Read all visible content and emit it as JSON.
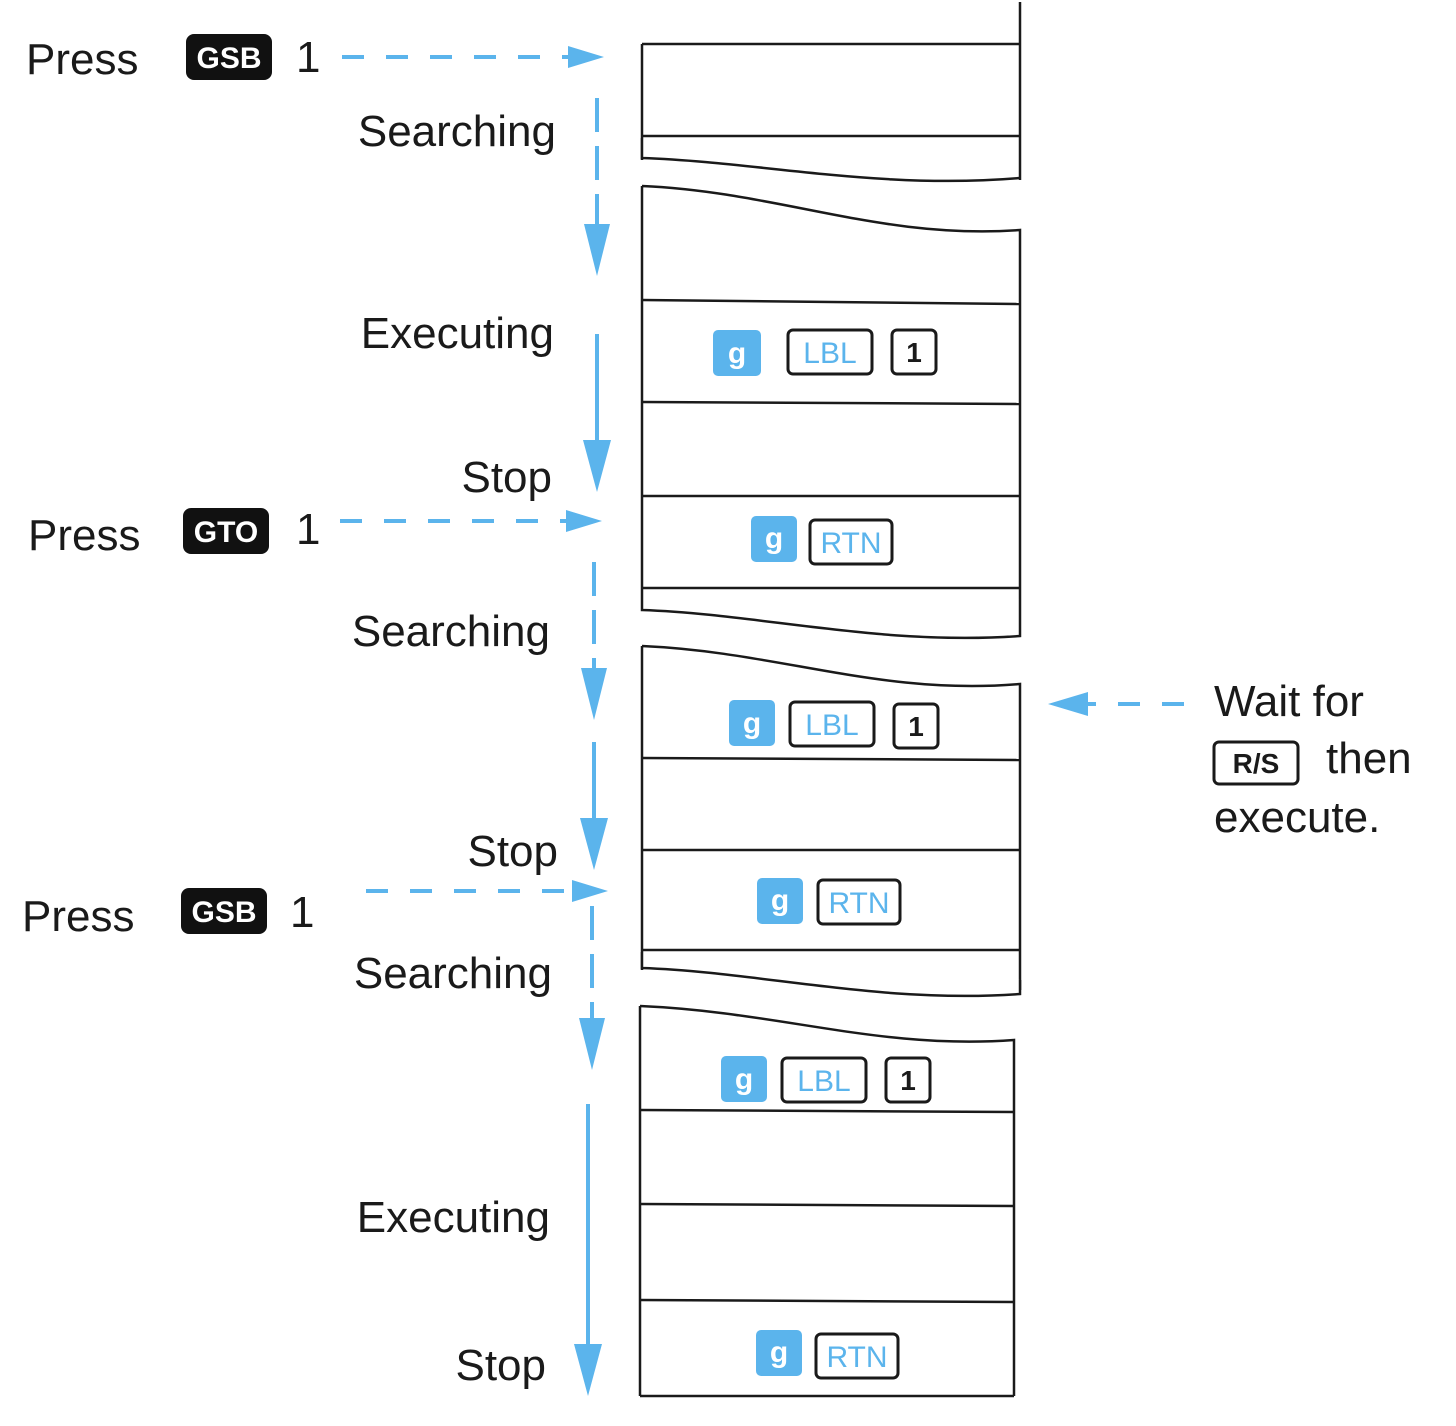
{
  "colors": {
    "flow": "#5bb4ec",
    "key_dark": "#111111",
    "text": "#1a1a1a"
  },
  "left_labels": [
    {
      "id": "press1",
      "press": "Press",
      "key": "GSB",
      "arg": "1"
    },
    {
      "id": "press2",
      "press": "Press",
      "key": "GTO",
      "arg": "1"
    },
    {
      "id": "press3",
      "press": "Press",
      "key": "GSB",
      "arg": "1"
    }
  ],
  "phases": {
    "searching": "Searching",
    "executing": "Executing",
    "stop": "Stop"
  },
  "program_keys": {
    "g": "g",
    "lbl": "LBL",
    "one": "1",
    "rtn": "RTN"
  },
  "right_note": {
    "line1": "Wait for",
    "key": "R/S",
    "line1b": "then",
    "line2": "execute."
  }
}
